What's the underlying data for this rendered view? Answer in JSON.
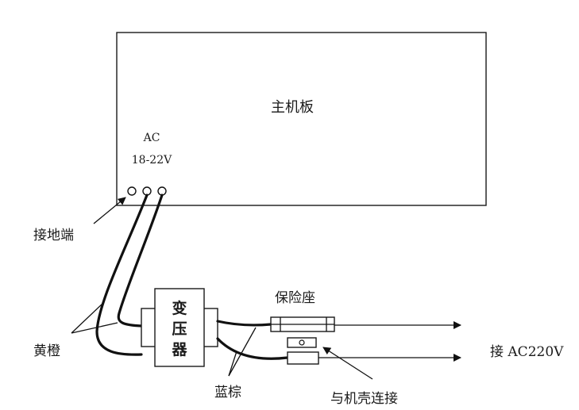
{
  "labels": {
    "mainboard": "主机板",
    "ac": "AC",
    "ac_voltage": "18-22V",
    "ground_terminal": "接地端",
    "yellow_orange": "黄橙",
    "transformer": [
      "变",
      "压",
      "器"
    ],
    "fuse_holder": "保险座",
    "blue_brown": "蓝棕",
    "connect_chassis": "与机壳连接",
    "connect_ac220v": "接 AC220V"
  }
}
